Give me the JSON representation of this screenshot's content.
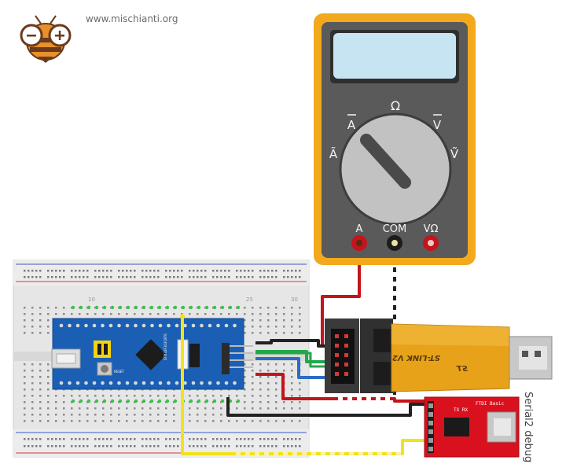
{
  "header": {
    "site": "www.mischianti.org"
  },
  "colors": {
    "meter_body": "#f2a91d",
    "meter_face": "#5a5a5a",
    "lcd": "#c7e4f2",
    "stlink": "#e7a21a",
    "ftdi": "#d9111e",
    "bluepill": "#1a5fb4",
    "wire_red": "#c4151c",
    "wire_black": "#222222",
    "wire_green": "#22a84a",
    "wire_blue": "#2c6cc4",
    "wire_yellow": "#f2e21b"
  },
  "multimeter": {
    "dial_ohm": "Ω",
    "dial_a_dc": "A",
    "dial_v_dc": "V",
    "dial_a_ac": "Ã",
    "dial_v_ac": "Ṽ",
    "jack_a": "A",
    "jack_com": "COM",
    "jack_vohm": "VΩ"
  },
  "stlink": {
    "label": "ST-LINK V2",
    "logo": "ST"
  },
  "ftdi": {
    "title": "FTDI Basic",
    "pins": "TX RX"
  },
  "bluepill": {
    "label": "STM32F103C8T6",
    "reset": "RESET"
  },
  "serial_label": "Serial2 debug"
}
